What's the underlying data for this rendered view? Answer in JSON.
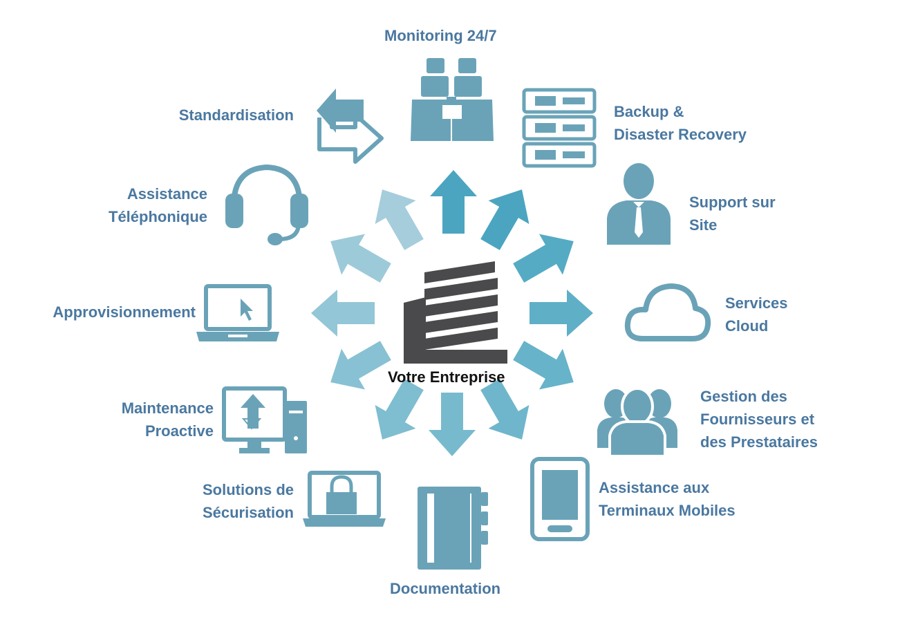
{
  "center": {
    "label": "Votre Entreprise",
    "icon": "building-icon"
  },
  "colors": {
    "label": "#4a78a0",
    "icon": "#6aa3b8",
    "arrow_dark": "#4ba5c0",
    "arrow_light": "#a3cad9",
    "building": "#4a4a4c"
  },
  "services": [
    {
      "id": "monitoring",
      "lines": [
        "Monitoring 24/7"
      ],
      "icon": "binoculars-icon"
    },
    {
      "id": "backup",
      "lines": [
        "Backup &",
        "Disaster Recovery"
      ],
      "icon": "server-rack-icon"
    },
    {
      "id": "support",
      "lines": [
        "Support sur",
        "Site"
      ],
      "icon": "technician-icon"
    },
    {
      "id": "cloud",
      "lines": [
        "Services",
        "Cloud"
      ],
      "icon": "cloud-icon"
    },
    {
      "id": "vendors",
      "lines": [
        "Gestion des",
        "Fournisseurs et",
        "des Prestataires"
      ],
      "icon": "group-icon"
    },
    {
      "id": "mobile",
      "lines": [
        "Assistance aux",
        "Terminaux Mobiles"
      ],
      "icon": "tablet-icon"
    },
    {
      "id": "documentation",
      "lines": [
        "Documentation"
      ],
      "icon": "notebook-icon"
    },
    {
      "id": "security",
      "lines": [
        "Solutions de",
        "Sécurisation"
      ],
      "icon": "laptop-lock-icon"
    },
    {
      "id": "maintenance",
      "lines": [
        "Maintenance",
        "Proactive"
      ],
      "icon": "desktop-update-icon"
    },
    {
      "id": "procurement",
      "lines": [
        "Approvisionnement"
      ],
      "icon": "laptop-cursor-icon"
    },
    {
      "id": "phone",
      "lines": [
        "Assistance",
        "Téléphonique"
      ],
      "icon": "headset-icon"
    },
    {
      "id": "standard",
      "lines": [
        "Standardisation"
      ],
      "icon": "exchange-arrows-icon"
    }
  ]
}
